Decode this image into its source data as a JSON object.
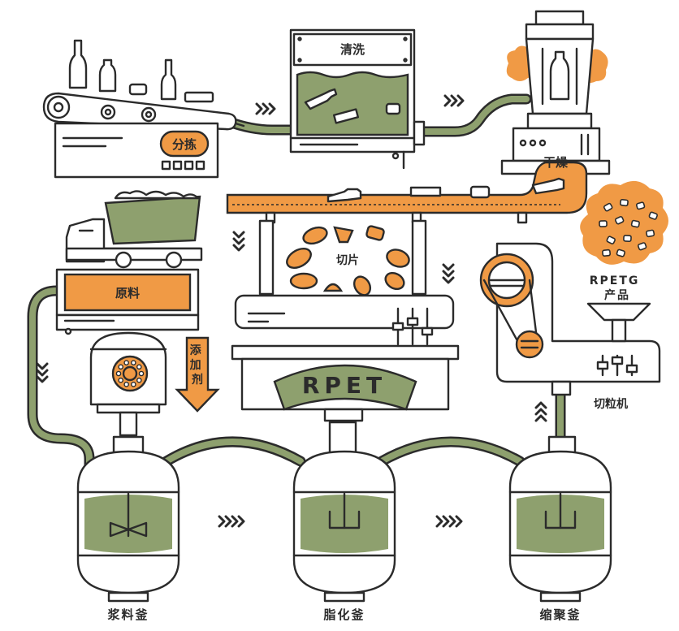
{
  "colors": {
    "line": "#2b2b2b",
    "orange": "#f09a45",
    "green": "#8ea06e",
    "bg": "#ffffff"
  },
  "labels": {
    "sorting": "分拣",
    "washing": "清洗",
    "drying": "干燥",
    "raw_material": "原料",
    "slicing": "切片",
    "additive": "添加剂",
    "rpet": "RPET",
    "product": "RPETG\n产品",
    "pelletizer": "切粒机",
    "slurry_kettle": "浆料釜",
    "esterification_kettle": "脂化釜",
    "polycondensation_kettle": "缩聚釜"
  },
  "icons": [
    "bottle-icon",
    "chevron-arrow-icon",
    "dial-icon",
    "gear-icon",
    "stirrer-icon",
    "truck-icon"
  ]
}
